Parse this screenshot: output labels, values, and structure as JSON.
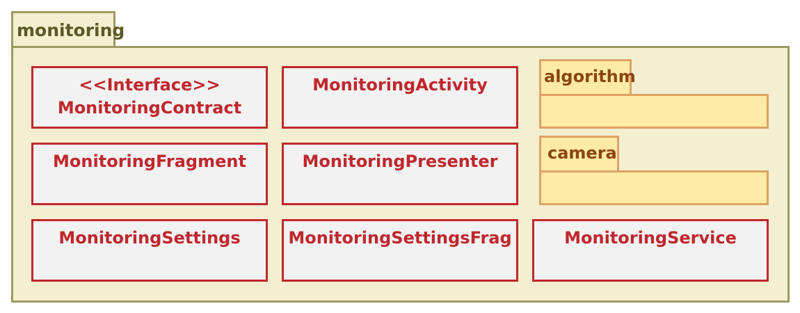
{
  "package": {
    "name": "monitoring"
  },
  "classes": [
    {
      "lines": [
        "<<Interface>>",
        "MonitoringContract"
      ]
    },
    {
      "lines": [
        "MonitoringActivity"
      ]
    },
    {
      "lines": [
        "MonitoringFragment"
      ]
    },
    {
      "lines": [
        "MonitoringPresenter"
      ]
    },
    {
      "lines": [
        "MonitoringSettings"
      ]
    },
    {
      "lines": [
        "MonitoringSettingsFrag"
      ]
    },
    {
      "lines": [
        "MonitoringService"
      ]
    }
  ],
  "subpackages": [
    {
      "name": "algorithm"
    },
    {
      "name": "camera"
    }
  ],
  "colors": {
    "package_fill": "#f5efd2",
    "package_border": "#9c9a63",
    "class_fill": "#f2f2f2",
    "class_border": "#c0272d",
    "subpackage_fill": "#ffeba6",
    "subpackage_border": "#dea265"
  }
}
